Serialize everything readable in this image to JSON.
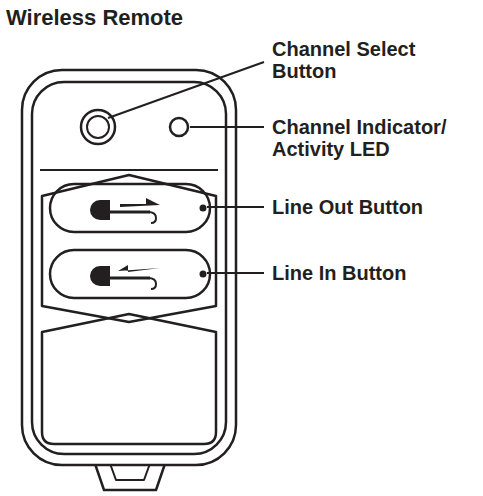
{
  "diagram": {
    "title": "Wireless Remote",
    "labels": [
      "Channel Select Button",
      "Channel Indicator/ Activity LED",
      "Line Out Button",
      "Line In Button"
    ]
  }
}
